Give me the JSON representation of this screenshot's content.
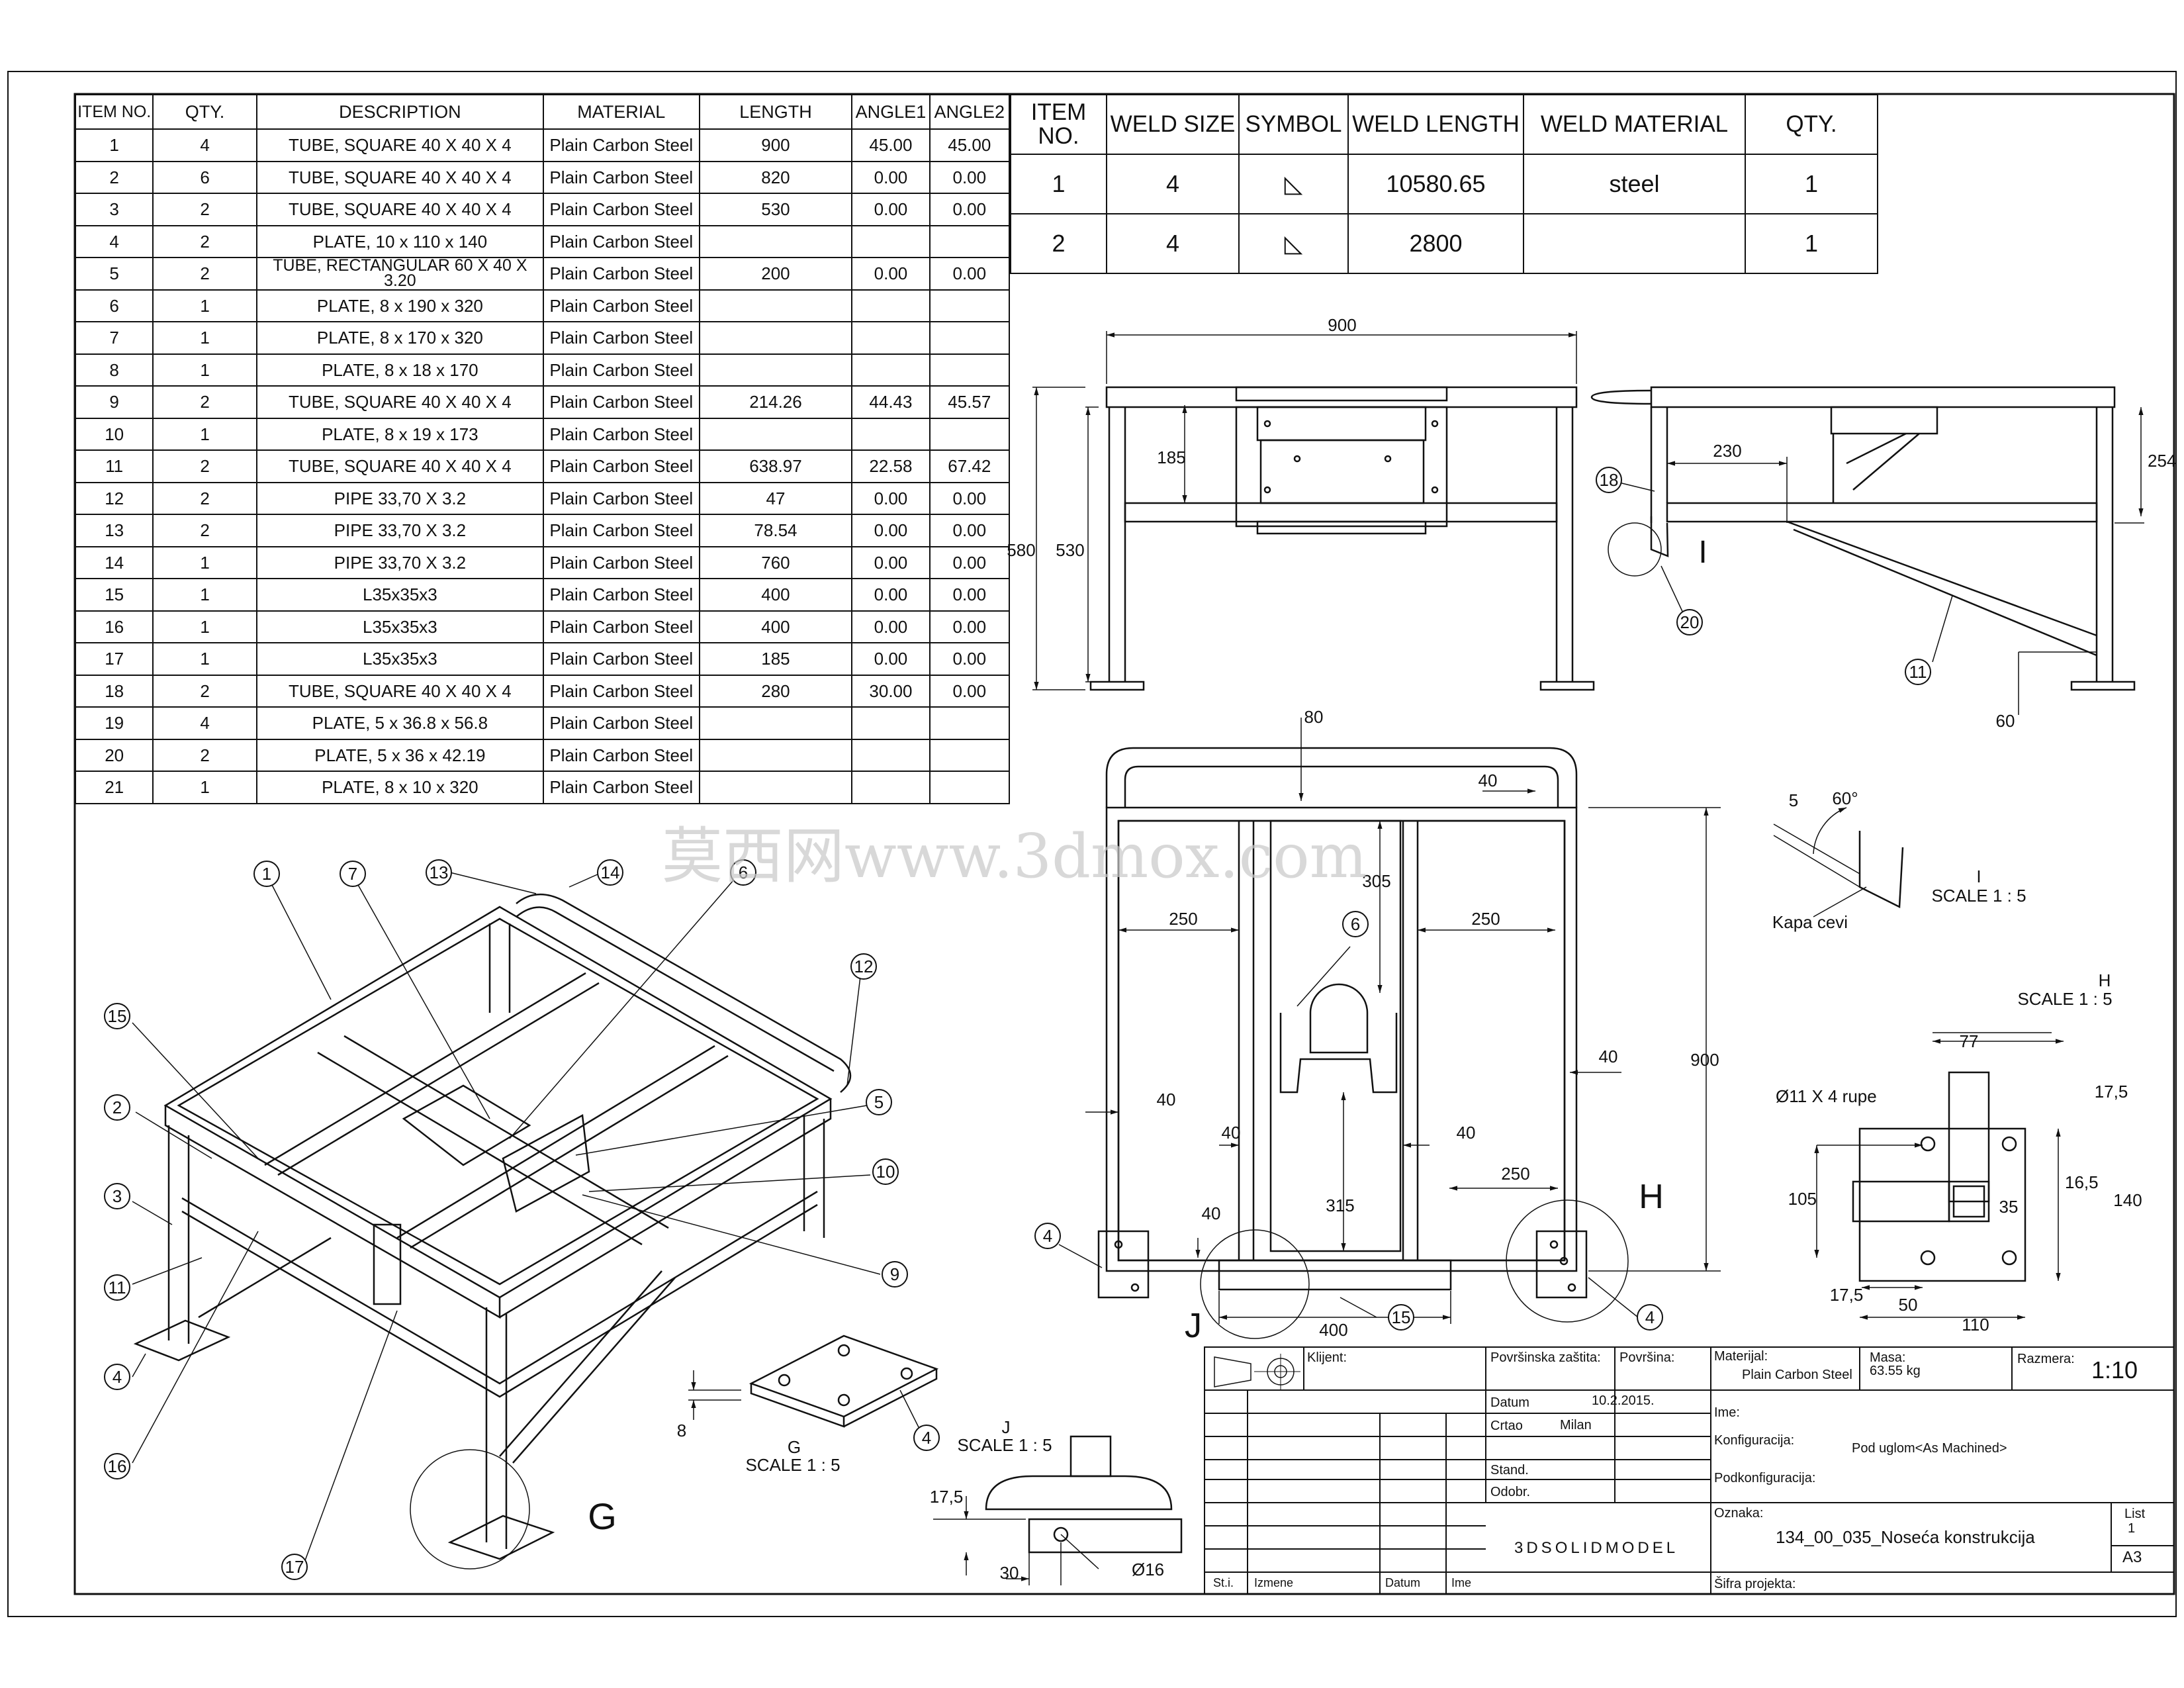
{
  "bom": {
    "headers": [
      "ITEM NO.",
      "QTY.",
      "DESCRIPTION",
      "MATERIAL",
      "LENGTH",
      "ANGLE1",
      "ANGLE2"
    ],
    "rows": [
      [
        "1",
        "4",
        "TUBE, SQUARE 40 X 40 X 4",
        "Plain Carbon Steel",
        "900",
        "45.00",
        "45.00"
      ],
      [
        "2",
        "6",
        "TUBE, SQUARE 40 X 40 X 4",
        "Plain Carbon Steel",
        "820",
        "0.00",
        "0.00"
      ],
      [
        "3",
        "2",
        "TUBE, SQUARE 40 X 40 X 4",
        "Plain Carbon Steel",
        "530",
        "0.00",
        "0.00"
      ],
      [
        "4",
        "2",
        "PLATE, 10 x 110 x 140",
        "Plain Carbon Steel",
        "",
        "",
        ""
      ],
      [
        "5",
        "2",
        "TUBE, RECTANGULAR 60 X 40 X 3.20",
        "Plain Carbon Steel",
        "200",
        "0.00",
        "0.00"
      ],
      [
        "6",
        "1",
        "PLATE, 8 x 190 x 320",
        "Plain Carbon Steel",
        "",
        "",
        ""
      ],
      [
        "7",
        "1",
        "PLATE, 8 x 170 x 320",
        "Plain Carbon Steel",
        "",
        "",
        ""
      ],
      [
        "8",
        "1",
        "PLATE, 8 x 18 x 170",
        "Plain Carbon Steel",
        "",
        "",
        ""
      ],
      [
        "9",
        "2",
        "TUBE, SQUARE 40 X 40 X 4",
        "Plain Carbon Steel",
        "214.26",
        "44.43",
        "45.57"
      ],
      [
        "10",
        "1",
        "PLATE, 8 x 19 x 173",
        "Plain Carbon Steel",
        "",
        "",
        ""
      ],
      [
        "11",
        "2",
        "TUBE, SQUARE 40 X 40 X 4",
        "Plain Carbon Steel",
        "638.97",
        "22.58",
        "67.42"
      ],
      [
        "12",
        "2",
        "PIPE 33,70 X 3.2",
        "Plain Carbon Steel",
        "47",
        "0.00",
        "0.00"
      ],
      [
        "13",
        "2",
        "PIPE 33,70 X 3.2",
        "Plain Carbon Steel",
        "78.54",
        "0.00",
        "0.00"
      ],
      [
        "14",
        "1",
        "PIPE 33,70 X 3.2",
        "Plain Carbon Steel",
        "760",
        "0.00",
        "0.00"
      ],
      [
        "15",
        "1",
        "L35x35x3",
        "Plain Carbon Steel",
        "400",
        "0.00",
        "0.00"
      ],
      [
        "16",
        "1",
        "L35x35x3",
        "Plain Carbon Steel",
        "400",
        "0.00",
        "0.00"
      ],
      [
        "17",
        "1",
        "L35x35x3",
        "Plain Carbon Steel",
        "185",
        "0.00",
        "0.00"
      ],
      [
        "18",
        "2",
        "TUBE, SQUARE 40 X 40 X 4",
        "Plain Carbon Steel",
        "280",
        "30.00",
        "0.00"
      ],
      [
        "19",
        "4",
        "PLATE, 5 x 36.8 x 56.8",
        "Plain Carbon Steel",
        "",
        "",
        ""
      ],
      [
        "20",
        "2",
        "PLATE, 5 x 36 x 42.19",
        "Plain Carbon Steel",
        "",
        "",
        ""
      ],
      [
        "21",
        "1",
        "PLATE, 8 x 10 x 320",
        "Plain Carbon Steel",
        "",
        "",
        ""
      ]
    ]
  },
  "weld": {
    "headers": [
      "ITEM NO.",
      "WELD SIZE",
      "SYMBOL",
      "WELD LENGTH",
      "WELD MATERIAL",
      "QTY."
    ],
    "rows": [
      [
        "1",
        "4",
        "◺",
        "10580.65",
        "steel",
        "1"
      ],
      [
        "2",
        "4",
        "◺",
        "2800",
        "",
        "1"
      ]
    ]
  },
  "front_view": {
    "dims": {
      "width": "900",
      "h185": "185",
      "h580": "580",
      "h530": "530"
    }
  },
  "side_view": {
    "dims": {
      "d230": "230",
      "d254": "254",
      "d60": "60"
    },
    "balloons": [
      "18",
      "20",
      "11"
    ],
    "detail_label": "I"
  },
  "top_view": {
    "dims": {
      "d80": "80",
      "d40a": "40",
      "d305": "305",
      "d250a": "250",
      "d250b": "250",
      "d900": "900",
      "d40b": "40",
      "d40c": "40",
      "d40d": "40",
      "d40e": "40",
      "d315": "315",
      "d250c": "250",
      "d40f": "40",
      "d400": "400"
    },
    "balloons": [
      "6",
      "4",
      "15",
      "4"
    ],
    "labels": {
      "H": "H",
      "J": "J"
    }
  },
  "detail_i": {
    "d5": "5",
    "d60": "60°",
    "title": "I",
    "scale": "SCALE 1 : 5",
    "note": "Kapa cevi"
  },
  "detail_h": {
    "title": "H",
    "scale": "SCALE 1 : 5",
    "d77": "77",
    "holes": "Ø11 X 4 rupe",
    "d175a": "17,5",
    "d105": "105",
    "d165": "16,5",
    "d35": "35",
    "d140": "140",
    "d175b": "17,5",
    "d50": "50",
    "d110": "110"
  },
  "detail_g": {
    "title": "G",
    "scale": "SCALE 1 : 5",
    "d8": "8",
    "balloon": "4"
  },
  "detail_j": {
    "title": "J",
    "scale": "SCALE 1 : 5",
    "d175": "17,5",
    "d30": "30",
    "d16": "Ø16"
  },
  "iso_view": {
    "balloons": [
      "1",
      "7",
      "13",
      "14",
      "6",
      "12",
      "15",
      "2",
      "5",
      "10",
      "3",
      "9",
      "11",
      "4",
      "16",
      "17"
    ],
    "detail_label": "G"
  },
  "watermark": "莫西网www.3dmox.com",
  "title_block": {
    "klijent": "Klijent:",
    "povrsinska_zastita": "Površinska zaštita:",
    "povrsina": "Površina:",
    "materijal_label": "Materijal:",
    "materijal": "Plain Carbon Steel",
    "masa_label": "Masa:",
    "masa": "63.55 kg",
    "razmera_label": "Razmera:",
    "razmera": "1:10",
    "datum_label": "Datum",
    "datum": "10.2.2015.",
    "crtao_label": "Crtao",
    "crtao": "Milan",
    "ime_label": "Ime:",
    "konfiguracija_label": "Konfiguracija:",
    "konfiguracija": "Pod uglom<As Machined>",
    "podkonfiguracija_label": "Podkonfiguracija:",
    "stand_label": "Stand.",
    "odobr_label": "Odobr.",
    "oznaka_label": "Oznaka:",
    "oznaka": "134_00_035_Noseća konstrukcija",
    "list_label": "List",
    "list": "1",
    "format": "A3",
    "company": "3DSOLIDMODEL",
    "sifra_label": "Šifra projekta:",
    "sti": "St.i.",
    "izmene": "Izmene",
    "datum2": "Datum",
    "ime2": "Ime"
  }
}
